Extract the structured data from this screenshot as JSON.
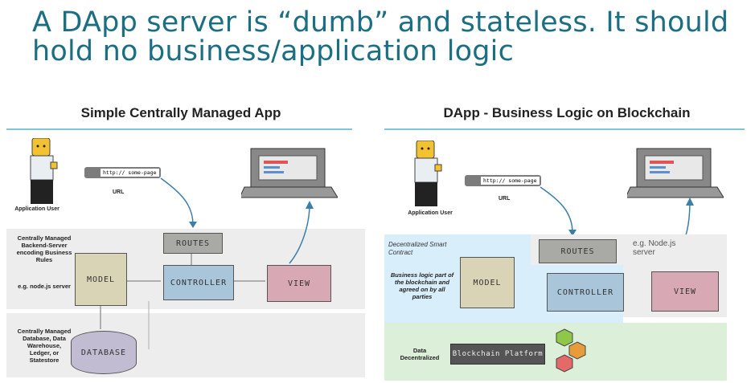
{
  "title": "A DApp server is “dumb” and stateless. It should hold no business/application logic",
  "left": {
    "heading": "Simple Centrally Managed App",
    "user_label": "Application User",
    "url_text": "http:// some-page",
    "url_label": "URL",
    "server_label": "Centrally Managed Backend-Server encoding Business Rules",
    "server_example": "e.g. node.js server",
    "db_label": "Centrally Managed Database, Data Warehouse, Ledger, or Statestore",
    "routes": "ROUTES",
    "model": "MODEL",
    "controller": "CONTROLLER",
    "view": "VIEW",
    "database": "DATABASE"
  },
  "right": {
    "heading": "DApp - Business Logic on Blockchain",
    "user_label": "Application User",
    "url_text": "http:// some-page",
    "url_label": "URL",
    "contract_label": "Decentralized Smart Contract",
    "logic_label": "Business logic part of the blockchain and agreed on by all parties",
    "server_example": "e.g. Node.js server",
    "data_label": "Data Decentralized",
    "routes": "ROUTES",
    "model": "MODEL",
    "controller": "CONTROLLER",
    "view": "VIEW",
    "platform": "Blockchain Platform"
  },
  "colors": {
    "title": "#1c6f83",
    "divider": "#7fc6d8",
    "band_gray": "#ededed",
    "band_blue": "#d8eefa",
    "band_green": "#dcefd9"
  }
}
